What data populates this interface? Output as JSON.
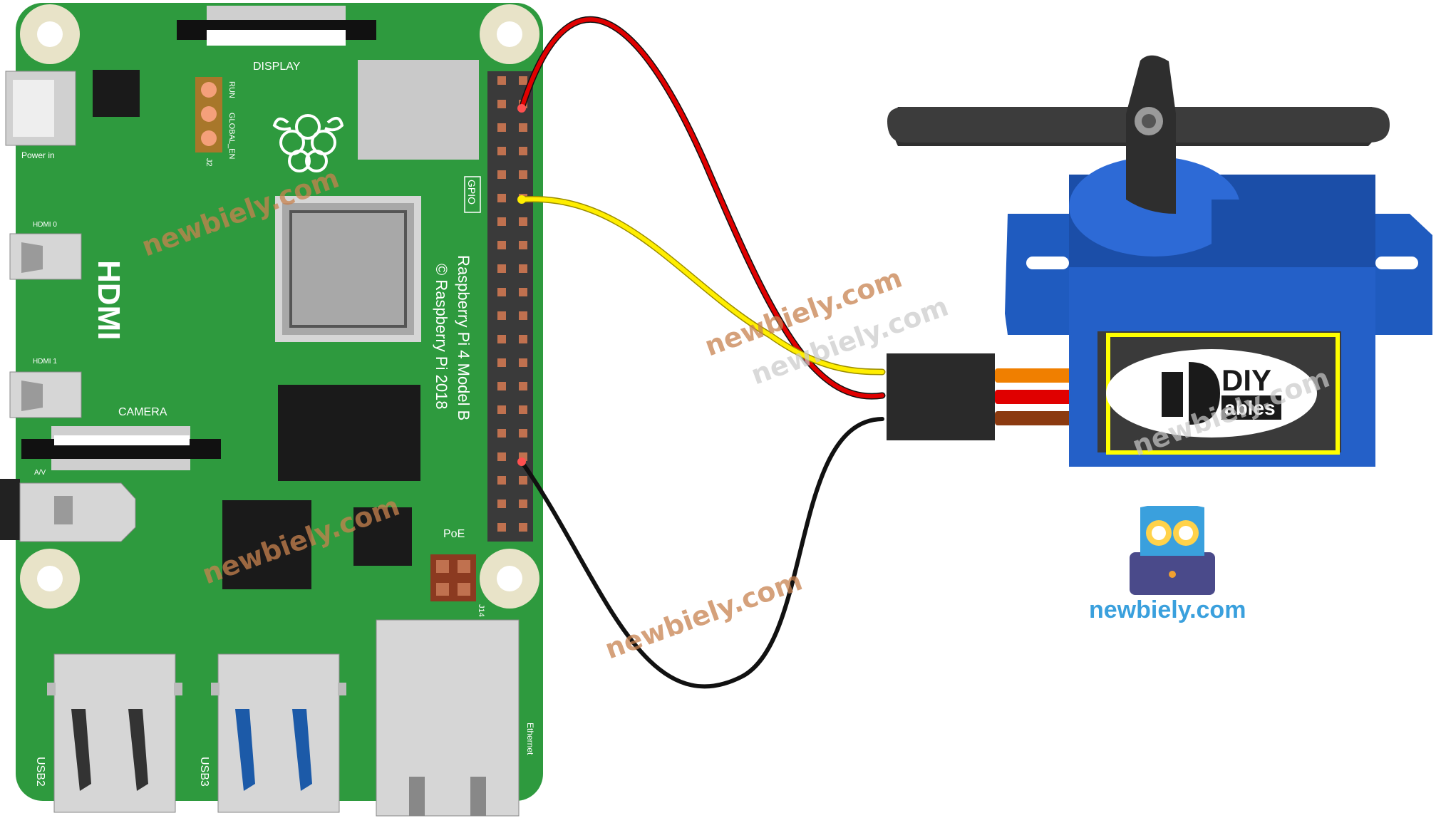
{
  "board": {
    "labels": {
      "display": "DISPLAY",
      "power_in": "Power in",
      "hdmi0": "HDMI 0",
      "hdmi1": "HDMI 1",
      "hdmi": "HDMI",
      "camera": "CAMERA",
      "av": "A/V",
      "gpio": "GPIO",
      "run": "RUN",
      "global_en": "GLOBAL_EN",
      "j2": "J2",
      "poe": "PoE",
      "j14": "J14",
      "usb2": "USB2",
      "usb3": "USB3",
      "ethernet": "Ethernet",
      "model": "Raspberry Pi 4 Model B",
      "copyright": "© Raspberry Pi 2018"
    },
    "colors": {
      "pcb": "#2e9a3e",
      "mount_hole": "#e8e3c8",
      "chip": "#1a1a1a"
    }
  },
  "servo": {
    "logo_main": "DIY",
    "logo_sub": "ables",
    "colors": {
      "body": "#1f5bbf",
      "horn": "#3a3a3a",
      "label_border": "#ffff00"
    }
  },
  "wires": [
    {
      "name": "power",
      "color": "#e00000"
    },
    {
      "name": "signal",
      "color": "#ffee00"
    },
    {
      "name": "ground",
      "color": "#111111"
    }
  ],
  "servo_leads": [
    {
      "name": "signal",
      "color": "#f07f00"
    },
    {
      "name": "power",
      "color": "#e00000"
    },
    {
      "name": "ground",
      "color": "#8b3a10"
    }
  ],
  "watermark": "newbiely.com",
  "brand": {
    "text": "newbiely.com",
    "color": "#3aa0dd"
  }
}
